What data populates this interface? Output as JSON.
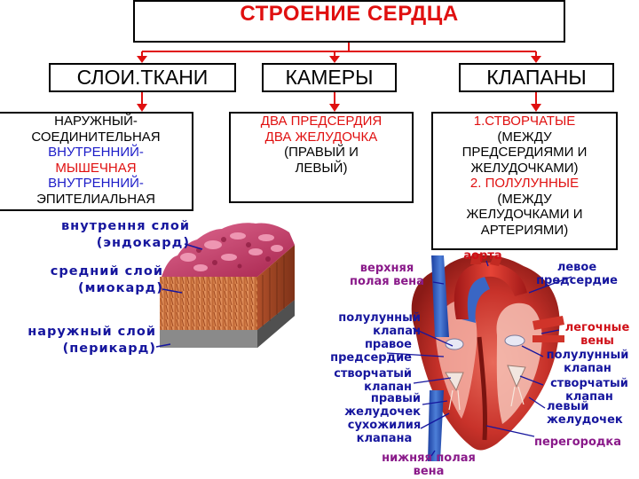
{
  "title": "СТРОЕНИЕ СЕРДЦА",
  "categories": [
    {
      "label": "СЛОИ.ТКАНИ"
    },
    {
      "label": "КАМЕРЫ"
    },
    {
      "label": "КЛАПАНЫ"
    }
  ],
  "layers_text": [
    {
      "text": "НАРУЖНЫЙ-",
      "color": "#000000"
    },
    {
      "text": "СОЕДИНИТЕЛЬНАЯ",
      "color": "#000000"
    },
    {
      "text": "ВНУТРЕННИЙ-",
      "color": "#1c1cc8"
    },
    {
      "text": "МЫШЕЧНАЯ",
      "color": "#e01010"
    },
    {
      "text": "ВНУТРЕННИЙ-",
      "color": "#1c1cc8"
    },
    {
      "text": "ЭПИТЕЛИАЛЬНАЯ",
      "color": "#000000"
    }
  ],
  "chambers_text": [
    {
      "text": "ДВА ПРЕДСЕРДИЯ",
      "color": "#e01010"
    },
    {
      "text": "ДВА ЖЕЛУДОЧКА",
      "color": "#e01010"
    },
    {
      "text": "(ПРАВЫЙ И",
      "color": "#000000"
    },
    {
      "text": "ЛЕВЫЙ)",
      "color": "#000000"
    }
  ],
  "valves_text": [
    {
      "text": "1.СТВОРЧАТЫЕ",
      "color": "#e01010"
    },
    {
      "text": "(МЕЖДУ",
      "color": "#000000"
    },
    {
      "text": "ПРЕДСЕРДИЯМИ И",
      "color": "#000000"
    },
    {
      "text": "ЖЕЛУДОЧКАМИ)",
      "color": "#000000"
    },
    {
      "text": "2. ПОЛУЛУННЫЕ",
      "color": "#e01010"
    },
    {
      "text": "(МЕЖДУ",
      "color": "#000000"
    },
    {
      "text": "ЖЕЛУДОЧКАМИ И",
      "color": "#000000"
    },
    {
      "text": "АРТЕРИЯМИ)",
      "color": "#000000"
    }
  ],
  "tissue_labels": {
    "inner_1": "внутрення слой",
    "inner_2": "(эндокард)",
    "middle_1": "средний слой",
    "middle_2": "(миокард)",
    "outer_1": "наружный слой",
    "outer_2": "(перикард)"
  },
  "heart_labels": {
    "svc_1": "верхняя",
    "svc_2": "полая вена",
    "aorta": "аорта",
    "left_atrium_1": "левое",
    "left_atrium_2": "предсердие",
    "semilunar_left_1": "полулунный",
    "semilunar_left_2": "клапан",
    "right_atrium_1": "правое",
    "right_atrium_2": "предсердие",
    "pulm_veins_1": "легочные",
    "pulm_veins_2": "вены",
    "semilunar_right_1": "полулунный",
    "semilunar_right_2": "клапан",
    "cusp_left_1": "створчатый",
    "cusp_left_2": "клапан",
    "cusp_right_1": "створчатый",
    "cusp_right_2": "клапан",
    "right_ventricle_1": "правый",
    "right_ventricle_2": "желудочек",
    "left_ventricle_1": "левый",
    "left_ventricle_2": "желудочек",
    "chordae_1": "сухожилия",
    "chordae_2": "клапана",
    "septum": "перегородка",
    "ivc_1": "нижняя полая",
    "ivc_2": "вена"
  },
  "colors": {
    "title": "#e01010",
    "label_blue": "#16169e",
    "label_red": "#d01018",
    "label_purple": "#8a1a8a",
    "connector": "#e01010"
  }
}
